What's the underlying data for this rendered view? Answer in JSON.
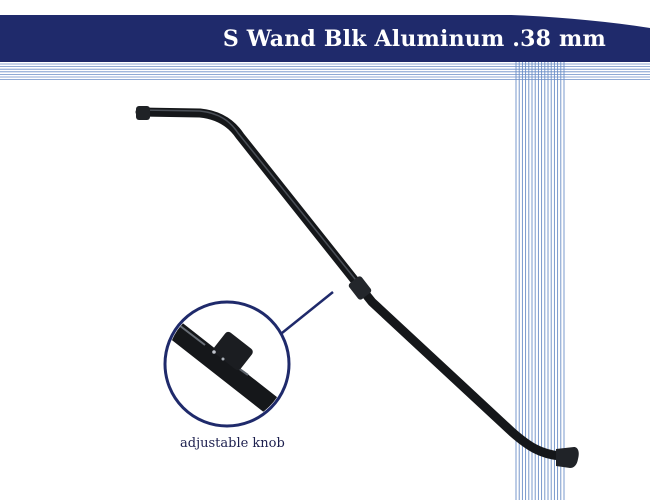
{
  "header": {
    "title": "S Wand Blk Aluminum .38 mm"
  },
  "product": {
    "image_icon": "s-wand-image",
    "callout_icon": "magnifier-circle",
    "callout_label": "adjustable knob"
  },
  "colors": {
    "brand_navy": "#1f2a6b",
    "stripe_blue": "#6b8ec7",
    "wand_black": "#15171a",
    "label_text": "#1c1f4e"
  }
}
